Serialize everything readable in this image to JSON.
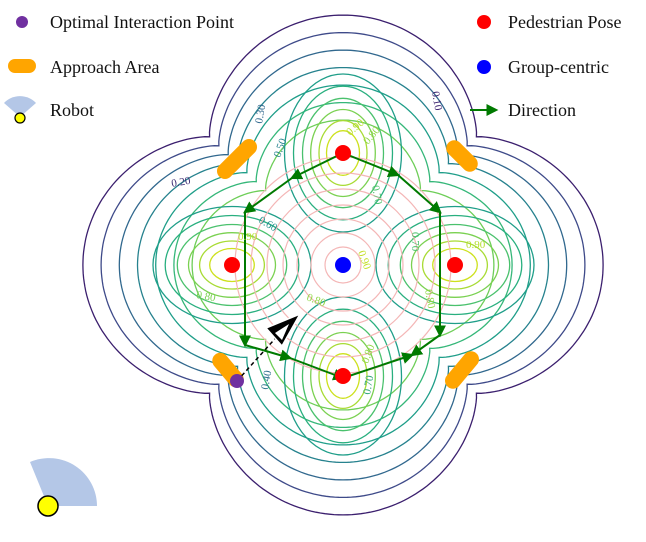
{
  "legend": {
    "optimal_point": {
      "label": "Optimal Interaction Point",
      "color": "#7030a0"
    },
    "approach_area": {
      "label": "Approach Area",
      "color": "#ffa500"
    },
    "robot": {
      "label": "Robot",
      "fov_color": "#b4c7e7",
      "body_color": "#ffff00"
    },
    "pedestrian": {
      "label": "Pedestrian Pose",
      "color": "#ff0000"
    },
    "group_centric": {
      "label": "Group-centric",
      "color": "#0000ff"
    },
    "direction": {
      "label": "Direction",
      "color": "#007a00"
    }
  },
  "contour_labels": {
    "l010": "0.10",
    "l020": "0.20",
    "l030": "0.30",
    "l040": "0.40",
    "l050": "0.50",
    "l060": "0.60",
    "l070a": "0.70",
    "l070b": "0.70",
    "l070c": "0.70",
    "l080a": "0.80",
    "l080b": "0.80",
    "l080c": "0.80",
    "l080d": "0.80",
    "l080e": "0.80",
    "l090a": "0.90",
    "l090b": "0.90",
    "l090c": "0.90",
    "l090d": "0.90"
  },
  "colors": {
    "contour_outer": "#3b1f6e",
    "contour_mid": "#21908c",
    "contour_inner": "#b5de2b",
    "pink_ring": "#f4b6b6",
    "arrow": "#007a00",
    "robot_arrow": "#000000"
  }
}
